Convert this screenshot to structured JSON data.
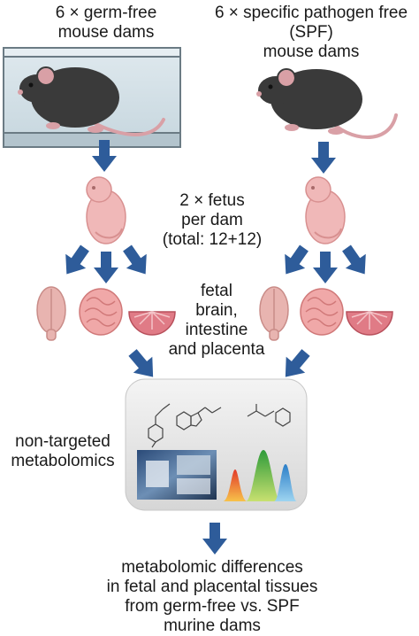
{
  "germfree": {
    "line1": "6 × germ-free",
    "line2": "mouse dams"
  },
  "spf": {
    "line1": "6 × specific pathogen free",
    "line2": "(SPF)",
    "line3": "mouse dams"
  },
  "fetus": {
    "line1": "2 × fetus",
    "line2": "per dam",
    "line3": "(total: 12+12)"
  },
  "tissues": {
    "line1": "fetal",
    "line2": "brain,",
    "line3": "intestine",
    "line4": "and placenta"
  },
  "method": {
    "line1": "non-targeted",
    "line2": "metabolomics"
  },
  "result": {
    "line1": "metabolomic differences",
    "line2": "in fetal and placental tissues",
    "line3": "from germ-free vs. SPF",
    "line4": "murine dams"
  },
  "colors": {
    "arrow": "#2e5c9a",
    "mouse": "#3a3a3a",
    "mouse_pink": "#d9a0a6",
    "fetus": "#f0b8b8",
    "brain": "#e8b4b0",
    "intestine": "#f0a8a8",
    "placenta": "#e07b86",
    "panel": "#e8e8e8"
  }
}
